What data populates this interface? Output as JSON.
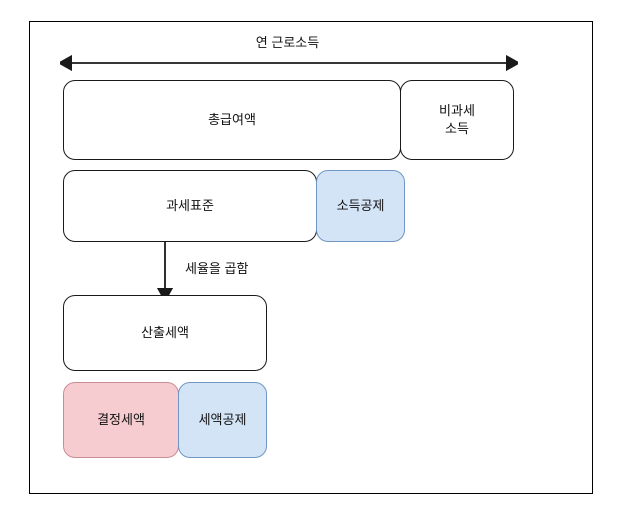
{
  "diagram": {
    "title_arrow": {
      "label": "연 근로소득",
      "arrow_type": "double-headed-horizontal"
    },
    "flow": {
      "label": "세율을 곱함",
      "arrow_type": "single-headed-down"
    },
    "nodes": [
      {
        "id": "gross-pay",
        "label": "총급여액",
        "fill": "#ffffff",
        "stroke": "#1a1a1a"
      },
      {
        "id": "nontaxable",
        "label": "비과세\n소득",
        "fill": "#ffffff",
        "stroke": "#1a1a1a"
      },
      {
        "id": "tax-base",
        "label": "과세표준",
        "fill": "#ffffff",
        "stroke": "#1a1a1a"
      },
      {
        "id": "income-ded",
        "label": "소득공제",
        "fill": "#d4e4f7",
        "stroke": "#6f96c4"
      },
      {
        "id": "calculated-tax",
        "label": "산출세액",
        "fill": "#ffffff",
        "stroke": "#1a1a1a"
      },
      {
        "id": "final-tax",
        "label": "결정세액",
        "fill": "#f7ccd0",
        "stroke": "#c98b94"
      },
      {
        "id": "tax-credit",
        "label": "세액공제",
        "fill": "#d4e4f7",
        "stroke": "#6f96c4"
      }
    ],
    "colors": {
      "blue_fill": "#d4e4f7",
      "blue_stroke": "#6f96c4",
      "pink_fill": "#f7ccd0",
      "pink_stroke": "#c98b94",
      "plain_fill": "#ffffff",
      "plain_stroke": "#1a1a1a",
      "frame_stroke": "#000000",
      "text": "#111111"
    }
  }
}
